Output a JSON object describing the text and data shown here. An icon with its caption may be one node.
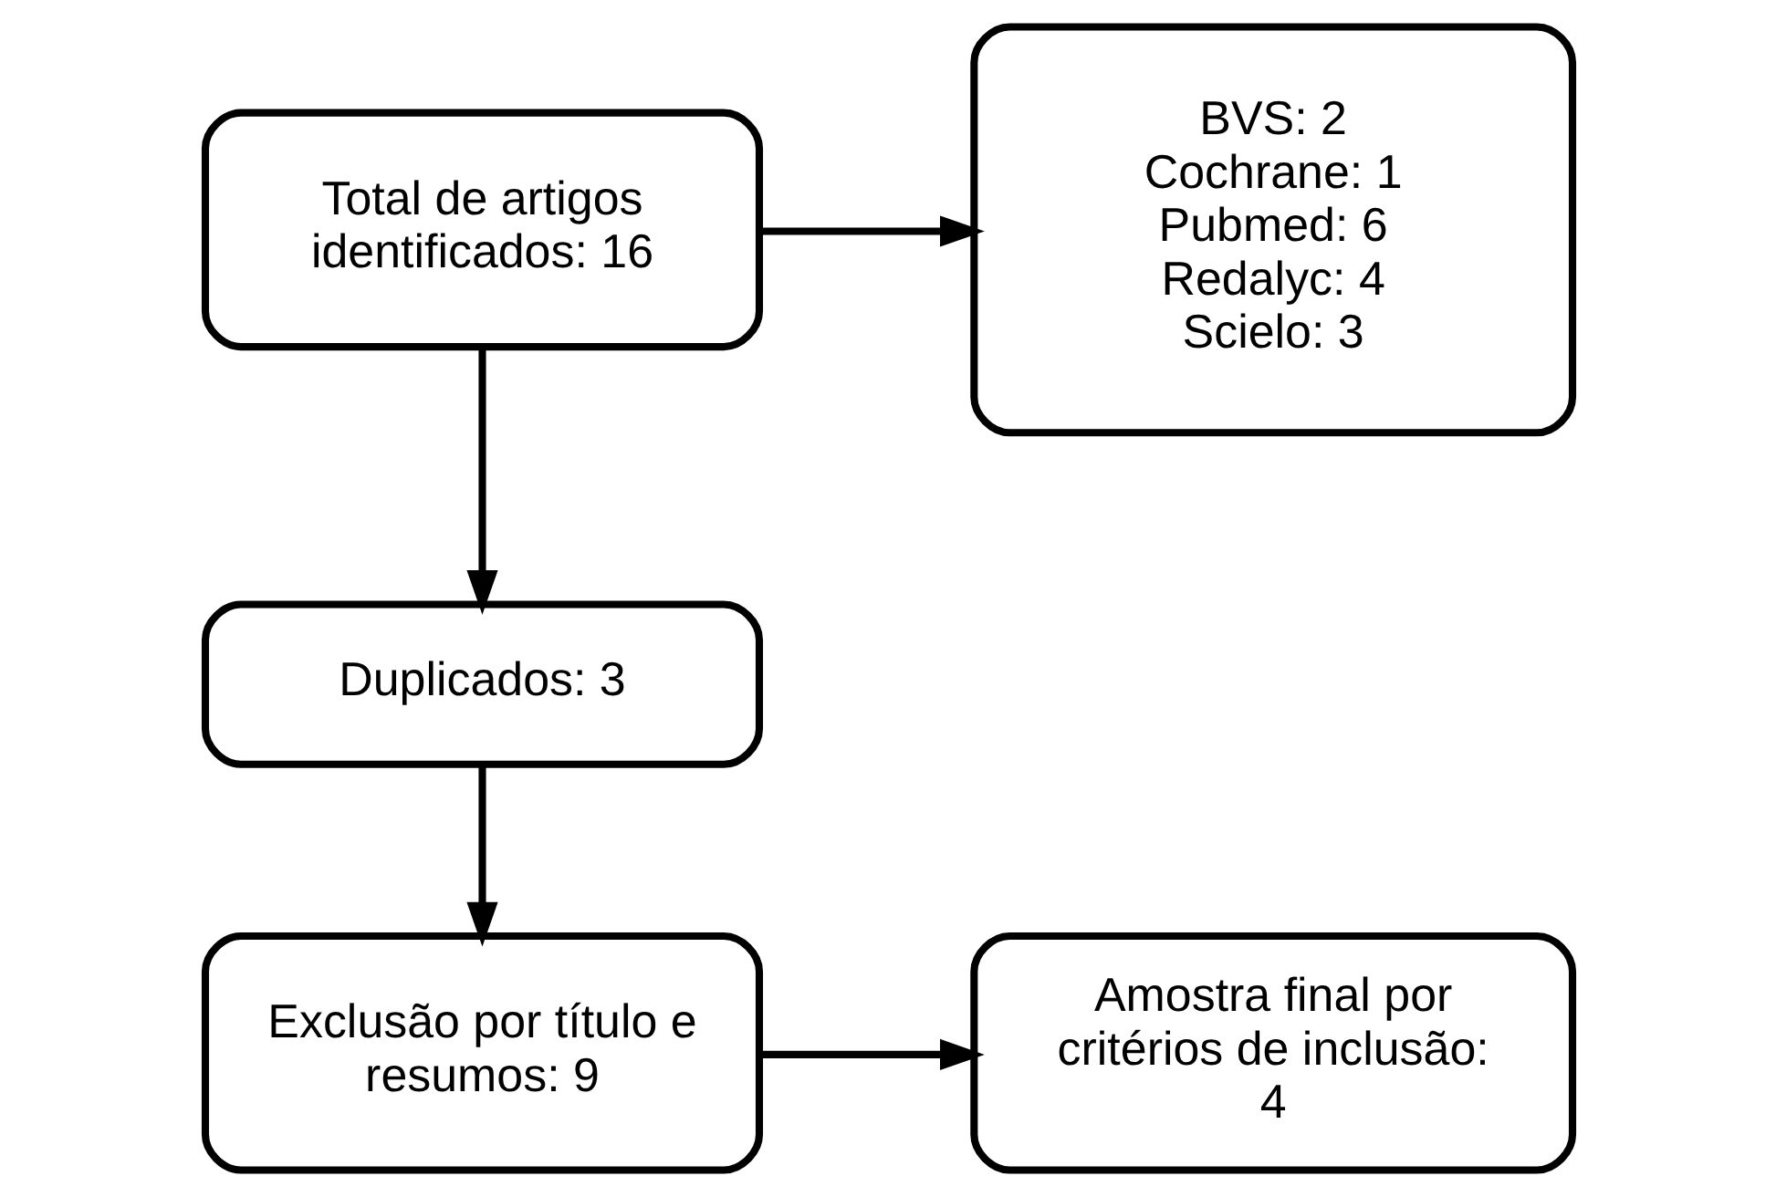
{
  "diagram": {
    "nodes": [
      {
        "text": [
          "Total de artigos identificados: 16"
        ]
      },
      {
        "text": [
          "BVS: 2",
          "Cochrane: 1",
          "Pubmed: 6",
          "Redalyc: 4",
          "Scielo: 3"
        ]
      },
      {
        "text": [
          "Duplicados: 3"
        ]
      },
      {
        "text": [
          "Exclusão por título e resumos: 9"
        ]
      },
      {
        "text": [
          "Amostra final por critérios de inclusão: 4"
        ]
      }
    ],
    "edges": [
      {
        "from": 0,
        "to": 1,
        "arrow": "to"
      },
      {
        "from": 0,
        "to": 2,
        "arrow": "to"
      },
      {
        "from": 2,
        "to": 3,
        "arrow": "to"
      },
      {
        "from": 3,
        "to": 4,
        "arrow": "to"
      }
    ]
  }
}
